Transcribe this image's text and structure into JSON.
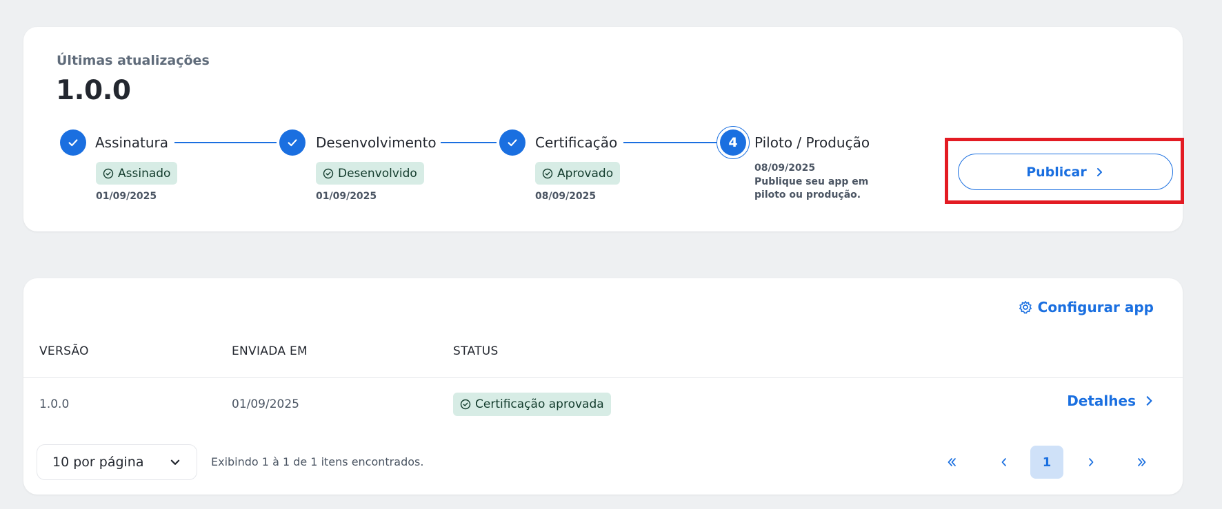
{
  "updates": {
    "label": "Últimas atualizações",
    "version": "1.0.0",
    "steps": [
      {
        "title": "Assinatura",
        "badge": "Assinado",
        "date": "01/09/2025",
        "state": "done"
      },
      {
        "title": "Desenvolvimento",
        "badge": "Desenvolvido",
        "date": "01/09/2025",
        "state": "done"
      },
      {
        "title": "Certificação",
        "badge": "Aprovado",
        "date": "08/09/2025",
        "state": "done"
      },
      {
        "title": "Piloto / Produção",
        "number": "4",
        "date": "08/09/2025",
        "description": "Publique seu app em piloto ou produção.",
        "state": "current"
      }
    ],
    "publish_label": "Publicar"
  },
  "versions": {
    "config_label": "Configurar app",
    "columns": [
      "VERSÃO",
      "ENVIADA EM",
      "STATUS"
    ],
    "rows": [
      {
        "version": "1.0.0",
        "sent_at": "01/09/2025",
        "status": "Certificação aprovada",
        "action": "Detalhes"
      }
    ],
    "pagination": {
      "per_page": "10 por página",
      "summary": "Exibindo 1 à 1 de 1 itens encontrados.",
      "current_page": "1"
    }
  },
  "colors": {
    "accent": "#1a6fe0",
    "badge_bg": "#d7ece5",
    "highlight": "#e31b23",
    "background": "#eef0f2"
  },
  "icons": {
    "step_done": "check-icon",
    "badge": "check-circle-icon",
    "config": "gear-icon",
    "chevron": "chevron-right-icon",
    "dropdown": "chevron-down-icon"
  }
}
